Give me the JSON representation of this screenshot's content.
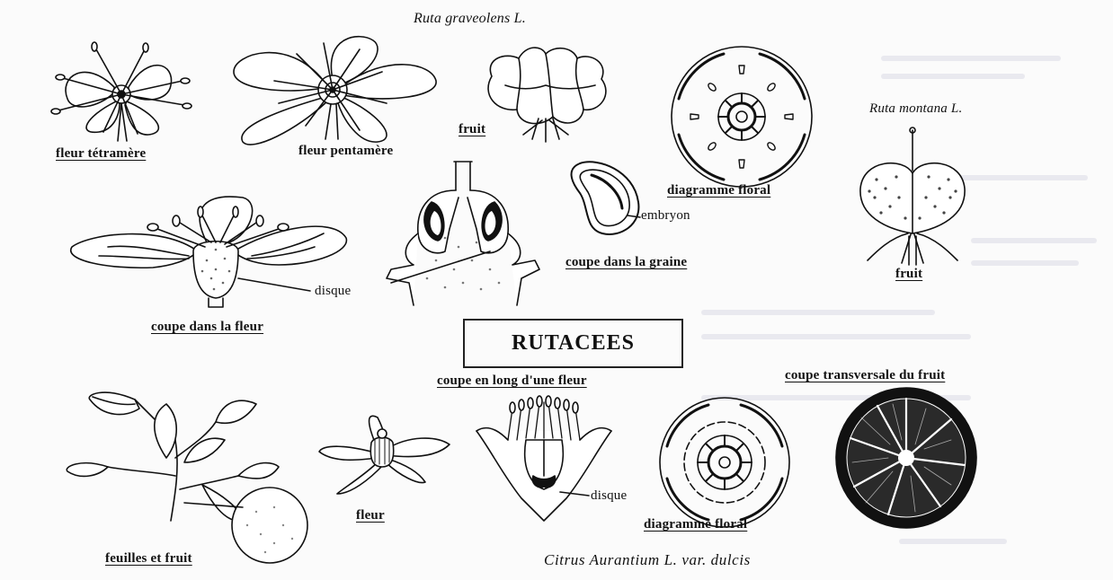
{
  "title": "RUTACEES",
  "species": {
    "ruta_graveolens": "Ruta graveolens L.",
    "ruta_montana": "Ruta montana L.",
    "citrus": "Citrus Aurantium L. var. dulcis"
  },
  "labels": {
    "fleur_tetramere": "fleur tétramère",
    "fleur_pentamere": "fleur pentamère",
    "fruit_1": "fruit",
    "diagramme_floral_1": "diagramme floral",
    "fruit_2": "fruit",
    "embryon": "embryon",
    "coupe_graine": "coupe dans la graine",
    "disque_1": "disque",
    "coupe_fleur": "coupe dans la fleur",
    "coupe_long": "coupe en long d'une fleur",
    "coupe_transversale": "coupe transversale du fruit",
    "feuilles_fruit": "feuilles et fruit",
    "fleur": "fleur",
    "disque_2": "disque",
    "diagramme_floral_2": "diagramme floral"
  },
  "colors": {
    "ink": "#111111",
    "paper": "#fbfbfb",
    "ghost_text": "#e9e9ef"
  }
}
